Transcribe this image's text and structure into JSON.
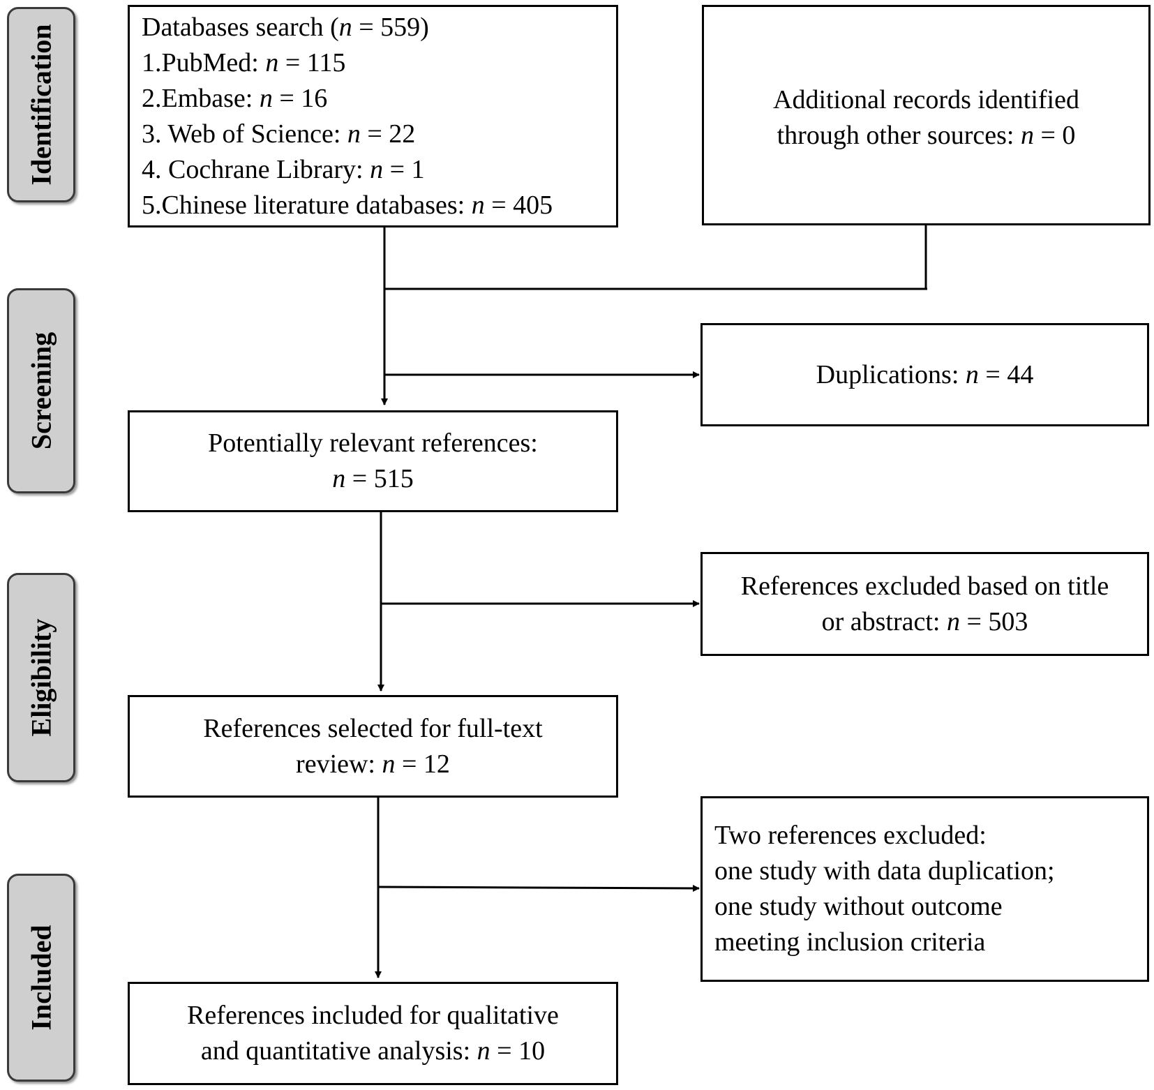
{
  "stages": [
    {
      "id": "identification",
      "label": "Identification"
    },
    {
      "id": "screening",
      "label": "Screening"
    },
    {
      "id": "eligibility",
      "label": "Eligibility"
    },
    {
      "id": "included",
      "label": "Included"
    }
  ],
  "boxes": {
    "databases_search": {
      "lines": [
        {
          "pre": "Databases search (",
          "n": "n",
          "post": " = 559)"
        },
        {
          "pre": "1.PubMed: ",
          "n": "n",
          "post": " = 115"
        },
        {
          "pre": "2.Embase: ",
          "n": "n",
          "post": " = 16"
        },
        {
          "pre": "3. Web of Science: ",
          "n": "n",
          "post": " = 22"
        },
        {
          "pre": "4. Cochrane Library: ",
          "n": "n",
          "post": " = 1"
        },
        {
          "pre": "5.Chinese literature databases: ",
          "n": "n",
          "post": " = 405"
        }
      ]
    },
    "additional_records": {
      "lines": [
        {
          "pre": "Additional records identified",
          "n": "",
          "post": ""
        },
        {
          "pre": "through other sources: ",
          "n": "n",
          "post": " = 0"
        }
      ]
    },
    "duplications": {
      "lines": [
        {
          "pre": "Duplications: ",
          "n": "n",
          "post": " = 44"
        }
      ]
    },
    "potentially_relevant": {
      "lines": [
        {
          "pre": "Potentially relevant references:",
          "n": "",
          "post": ""
        },
        {
          "pre": "",
          "n": "n",
          "post": " = 515"
        }
      ]
    },
    "excluded_title_abstract": {
      "lines": [
        {
          "pre": "References excluded based on title",
          "n": "",
          "post": ""
        },
        {
          "pre": "or abstract: ",
          "n": "n",
          "post": " = 503"
        }
      ]
    },
    "full_text_review": {
      "lines": [
        {
          "pre": "References selected for full-text",
          "n": "",
          "post": ""
        },
        {
          "pre": "review: ",
          "n": "n",
          "post": " = 12"
        }
      ]
    },
    "two_excluded": {
      "lines": [
        {
          "pre": "Two references excluded:",
          "n": "",
          "post": ""
        },
        {
          "pre": "one study with data duplication;",
          "n": "",
          "post": ""
        },
        {
          "pre": "one study without outcome",
          "n": "",
          "post": ""
        },
        {
          "pre": "meeting inclusion criteria",
          "n": "",
          "post": ""
        }
      ]
    },
    "included_analysis": {
      "lines": [
        {
          "pre": "References included for qualitative",
          "n": "",
          "post": ""
        },
        {
          "pre": "and quantitative analysis: ",
          "n": "n",
          "post": " = 10"
        }
      ]
    }
  }
}
